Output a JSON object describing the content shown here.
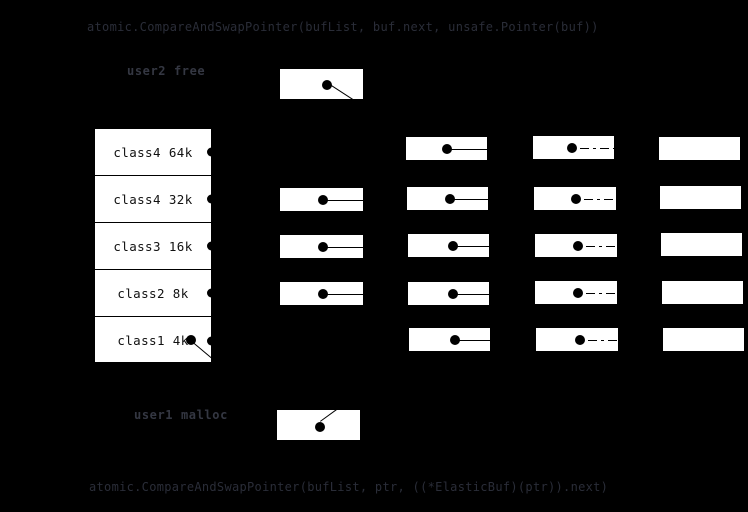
{
  "diagram": {
    "title_top": "atomic.CompareAndSwapPointer(bufList, buf.next, unsafe.Pointer(buf))",
    "title_bottom": "atomic.CompareAndSwapPointer(bufList, ptr, ((*ElasticBuf)(ptr)).next)",
    "background": "#000000",
    "node_fill": "#ffffff",
    "stroke": "#000000",
    "code_color": "#2a2d38",
    "label_color": "#343742",
    "labels": {
      "user2": "user2 free",
      "user1": "user1 malloc"
    },
    "classlist": {
      "name": "size-class-list",
      "rows": [
        {
          "label": "class4 64k"
        },
        {
          "label": "class4 32k"
        },
        {
          "label": "class3 16k"
        },
        {
          "label": "class2 8k"
        },
        {
          "label": "class1 4k"
        }
      ]
    },
    "free_node": {
      "label": ""
    },
    "malloc_node": {
      "label": ""
    },
    "columns": [
      {
        "name": "column-1",
        "style": "solid"
      },
      {
        "name": "column-2",
        "style": "solid"
      },
      {
        "name": "column-3",
        "style": "dash-dot"
      },
      {
        "name": "column-4",
        "style": "empty"
      }
    ],
    "chain": [
      {
        "row": "class4 64k",
        "nodes": [
          "",
          "",
          "",
          ""
        ],
        "present": [
          false,
          true,
          true,
          true
        ]
      },
      {
        "row": "class4 32k",
        "nodes": [
          "",
          "",
          "",
          ""
        ],
        "present": [
          true,
          true,
          true,
          true
        ]
      },
      {
        "row": "class3 16k",
        "nodes": [
          "",
          "",
          "",
          ""
        ],
        "present": [
          true,
          true,
          true,
          true
        ]
      },
      {
        "row": "class2 8k",
        "nodes": [
          "",
          "",
          "",
          ""
        ],
        "present": [
          true,
          true,
          true,
          true
        ]
      },
      {
        "row": "class1 4k",
        "nodes": [
          "",
          "",
          "",
          ""
        ],
        "present": [
          false,
          true,
          true,
          true
        ]
      }
    ]
  }
}
